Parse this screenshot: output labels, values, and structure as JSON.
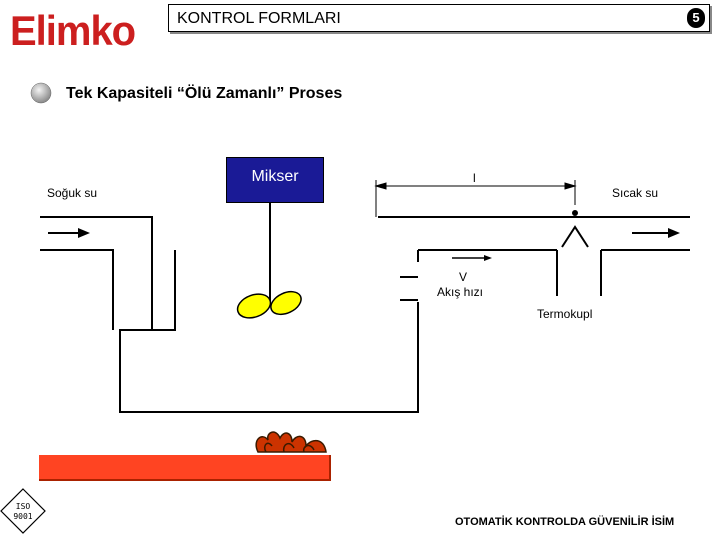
{
  "header": {
    "logo_text": "Elimko",
    "title": "KONTROL FORMLARI",
    "page_number": "5"
  },
  "subtitle": "Tek Kapasiteli “Ölü Zamanlı” Proses",
  "diagram": {
    "cold_water": "Soğuk su",
    "hot_water": "Sıcak su",
    "mixer": "Mikser",
    "distance": "l",
    "velocity": "V",
    "flow_speed": "Akış hızı",
    "thermocouple": "Termokupl"
  },
  "footer": {
    "iso_line1": "ISO",
    "iso_line2": "9001",
    "text": "OTOMATİK KONTROLDA GÜVENİLİR İSİM"
  },
  "colors": {
    "logo": "#cc1f1f",
    "mixer_box": "#1a1a96",
    "propeller": "#ffff00",
    "heater": "#ff4422",
    "bullet": "#c0c0c0"
  }
}
